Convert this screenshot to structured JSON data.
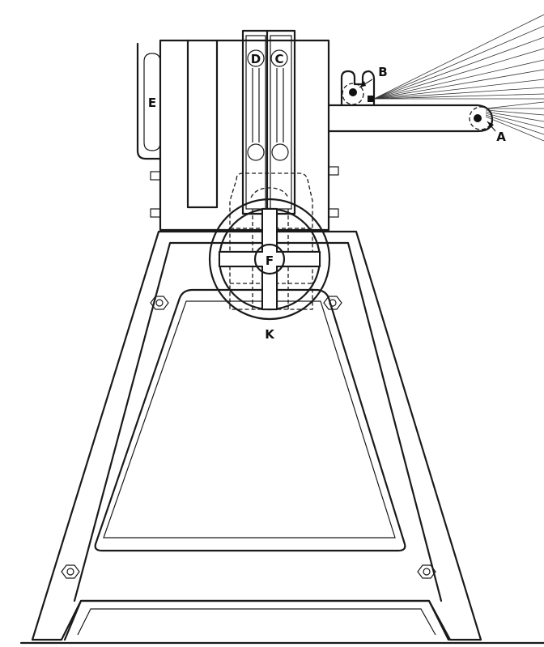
{
  "diagram": {
    "labels": {
      "a": "A",
      "b": "B",
      "c": "C",
      "d": "D",
      "e": "E",
      "f": "F",
      "k": "K"
    },
    "ink_color": "#1a1a1a",
    "background_color": "#ffffff"
  }
}
